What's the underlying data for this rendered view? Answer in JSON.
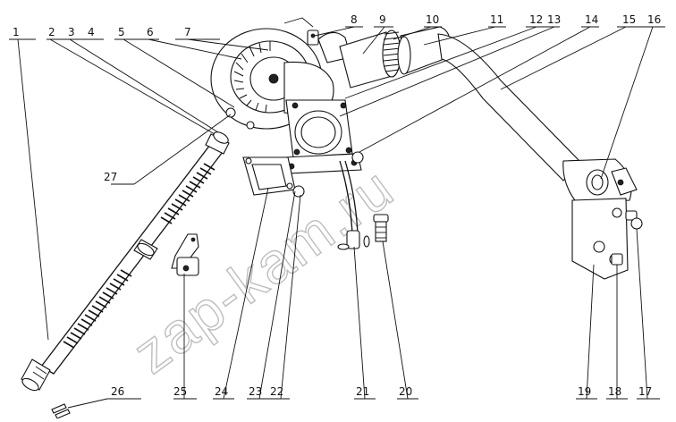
{
  "watermark": "zap-kam.ru",
  "callouts": {
    "n1": "1",
    "n2": "2",
    "n3": "3",
    "n4": "4",
    "n5": "5",
    "n6": "6",
    "n7": "7",
    "n8": "8",
    "n9": "9",
    "n10": "10",
    "n11": "11",
    "n12": "12",
    "n13": "13",
    "n14": "14",
    "n15": "15",
    "n16": "16",
    "n17": "17",
    "n18": "18",
    "n19": "19",
    "n20": "20",
    "n21": "21",
    "n22": "22",
    "n23": "23",
    "n24": "24",
    "n25": "25",
    "n26": "26",
    "n27": "27"
  }
}
